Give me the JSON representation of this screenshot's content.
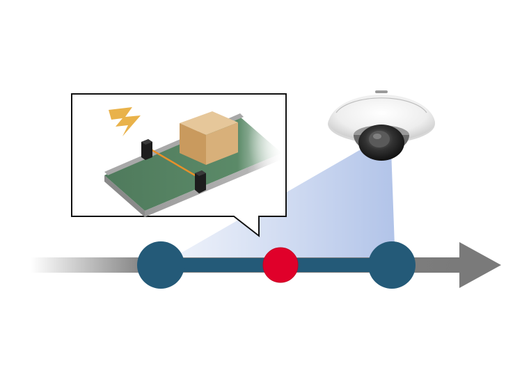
{
  "diagram": {
    "colors": {
      "background": "#ffffff",
      "timeline_gray": "#7a7a7a",
      "segment_blue": "#245a78",
      "node_blue": "#245a78",
      "event_red": "#e0002a",
      "camera_view": "#a9bde6",
      "lightning": "#e9b24a",
      "box": "#d8b07a",
      "belt": "#4f7a5c",
      "sensor_beam": "#e8902a",
      "callout_border": "#111111"
    },
    "icons": {
      "camera": "dome-camera-icon",
      "trigger": "lightning-icon",
      "package": "box-icon",
      "sensor": "photo-sensor-icon",
      "conveyor": "conveyor-belt-icon"
    },
    "nodes": [
      "start-node",
      "event-node",
      "end-node"
    ]
  }
}
